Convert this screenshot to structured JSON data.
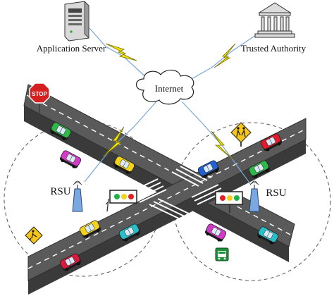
{
  "labels": {
    "app_server": "Application Server",
    "trusted_authority": "Trusted Authority",
    "internet": "Internet",
    "rsu_left": "RSU",
    "rsu_right": "RSU",
    "stop_sign": "STOP"
  },
  "icons": [
    "server-icon",
    "authority-building-icon",
    "internet-cloud-icon",
    "stop-sign-icon",
    "pedestrian-crossing-sign-icon",
    "roadwork-sign-icon",
    "bus-sign-icon",
    "rsu-antenna-icon",
    "traffic-light-icon",
    "car-icon"
  ],
  "colors": {
    "road": "#5a5a5a",
    "road_edge": "#2f2f2f",
    "lane_marking": "#ffffff",
    "lightning": "#f2e600",
    "lightning_edge": "#7a7000",
    "comm_link": "#7aa7d6",
    "rsu_range": "#555555",
    "sign_yellow": "#f5c518",
    "stop_red": "#d62020",
    "bus_green": "#1f8f3a"
  },
  "cars": [
    {
      "color": "#2fb84a"
    },
    {
      "color": "#d23ac8"
    },
    {
      "color": "#f2d21b"
    },
    {
      "color": "#f2d21b"
    },
    {
      "color": "#27c0c8"
    },
    {
      "color": "#d81b3c"
    },
    {
      "color": "#e21b2a"
    },
    {
      "color": "#2fb84a"
    },
    {
      "color": "#2260d6"
    },
    {
      "color": "#d23ac8"
    },
    {
      "color": "#27c0c8"
    }
  ]
}
